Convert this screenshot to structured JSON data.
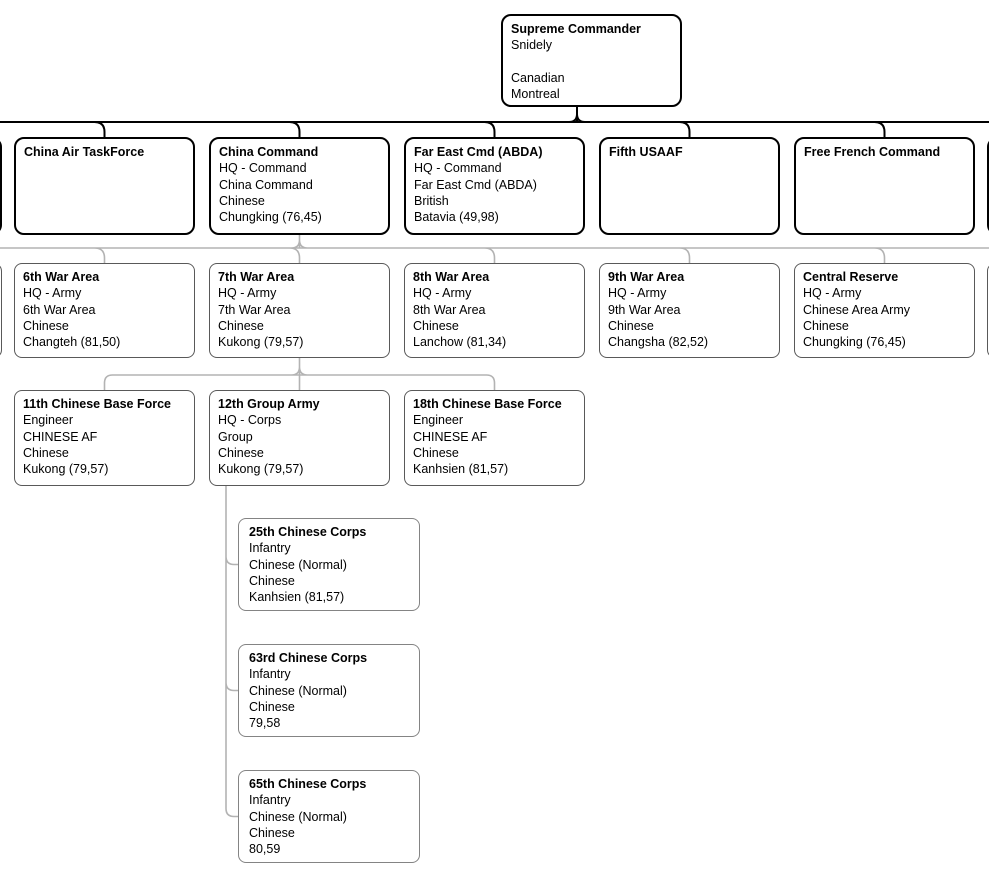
{
  "diagram": {
    "background_color": "#ffffff",
    "connector_color_primary": "#000000",
    "connector_color_secondary": "#b3b3b3",
    "nodes": {
      "supreme_commander": {
        "title": "Supreme Commander",
        "lines": [
          "Snidely",
          "",
          "Canadian",
          "Montreal"
        ]
      },
      "china_air_taskforce": {
        "title": "China Air TaskForce",
        "lines": []
      },
      "china_command": {
        "title": "China Command",
        "lines": [
          "HQ - Command",
          "China Command",
          "Chinese",
          "Chungking (76,45)"
        ]
      },
      "far_east_cmd": {
        "title": "Far East Cmd (ABDA)",
        "lines": [
          "HQ - Command",
          "Far East Cmd (ABDA)",
          "British",
          "Batavia (49,98)"
        ]
      },
      "fifth_usaaf": {
        "title": "Fifth USAAF",
        "lines": []
      },
      "free_french_command": {
        "title": "Free French Command",
        "lines": []
      },
      "war_area_6": {
        "title": "6th War Area",
        "lines": [
          "HQ - Army",
          "6th War Area",
          "Chinese",
          "Changteh (81,50)"
        ]
      },
      "war_area_7": {
        "title": "7th War Area",
        "lines": [
          "HQ - Army",
          "7th War Area",
          "Chinese",
          "Kukong (79,57)"
        ]
      },
      "war_area_8": {
        "title": "8th War Area",
        "lines": [
          "HQ - Army",
          "8th War Area",
          "Chinese",
          "Lanchow (81,34)"
        ]
      },
      "war_area_9": {
        "title": "9th War Area",
        "lines": [
          "HQ - Army",
          "9th War Area",
          "Chinese",
          "Changsha (82,52)"
        ]
      },
      "central_reserve": {
        "title": "Central Reserve",
        "lines": [
          "HQ - Army",
          "Chinese Area Army",
          "Chinese",
          "Chungking (76,45)"
        ]
      },
      "base_force_11": {
        "title": "11th Chinese Base Force",
        "lines": [
          "Engineer",
          "CHINESE AF",
          "Chinese",
          "Kukong (79,57)"
        ]
      },
      "group_army_12": {
        "title": "12th Group Army",
        "lines": [
          "HQ - Corps",
          "Group",
          "Chinese",
          "Kukong (79,57)"
        ]
      },
      "base_force_18": {
        "title": "18th Chinese Base Force",
        "lines": [
          "Engineer",
          "CHINESE AF",
          "Chinese",
          "Kanhsien (81,57)"
        ]
      },
      "corps_25": {
        "title": "25th Chinese Corps",
        "lines": [
          "Infantry",
          "Chinese (Normal)",
          "Chinese",
          "Kanhsien (81,57)"
        ]
      },
      "corps_63": {
        "title": "63rd Chinese Corps",
        "lines": [
          "Infantry",
          "Chinese (Normal)",
          "Chinese",
          "79,58"
        ]
      },
      "corps_65": {
        "title": "65th Chinese Corps",
        "lines": [
          "Infantry",
          "Chinese (Normal)",
          "Chinese",
          "80,59"
        ]
      }
    }
  }
}
